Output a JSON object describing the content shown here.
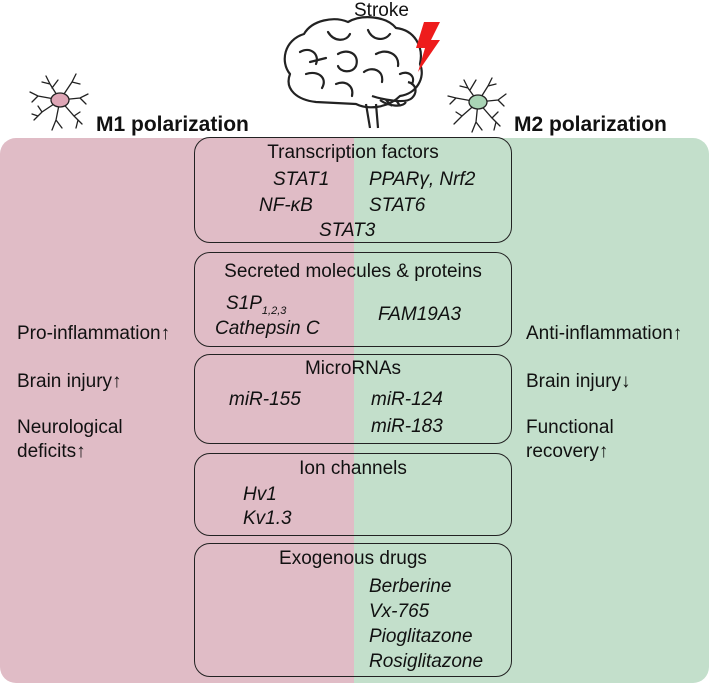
{
  "header": {
    "stroke_label": "Stroke",
    "m1_title": "M1 polarization",
    "m2_title": "M2 polarization"
  },
  "colors": {
    "m1_panel": "#e0bcc6",
    "m2_panel": "#c3dfcb",
    "m1_cell": "#dea6b6",
    "m2_cell": "#a9d4b5",
    "bolt": "#ee1c1c"
  },
  "icons": {
    "brain": "brain-icon",
    "lightning": "lightning-icon",
    "m1_cell": "microglia-m1-icon",
    "m2_cell": "microglia-m2-icon"
  },
  "left_effects": [
    "Pro-inflammation↑",
    "Brain injury↑",
    "Neurological",
    "deficits↑"
  ],
  "right_effects": [
    "Anti-inflammation↑",
    "Brain injury↓",
    "Functional",
    "recovery↑"
  ],
  "boxes": {
    "transcription": {
      "title": "Transcription factors",
      "m1": [
        "STAT1",
        "NF-κB"
      ],
      "m2": [
        "PPARγ, Nrf2",
        "STAT6"
      ],
      "shared": "STAT3"
    },
    "secreted": {
      "title": "Secreted molecules & proteins",
      "m1_s1p_base": "S1P",
      "m1_s1p_sub": "1,2,3",
      "m1_second": "Cathepsin C",
      "m2": "FAM19A3"
    },
    "micrornas": {
      "title": "MicroRNAs",
      "m1": "miR-155",
      "m2": [
        "miR-124",
        "miR-183"
      ]
    },
    "ion_channels": {
      "title": "Ion channels",
      "m1": [
        "Hv1",
        "Kv1.3"
      ]
    },
    "drugs": {
      "title": "Exogenous drugs",
      "m2": [
        "Berberine",
        "Vx-765",
        "Pioglitazone",
        "Rosiglitazone"
      ]
    }
  }
}
